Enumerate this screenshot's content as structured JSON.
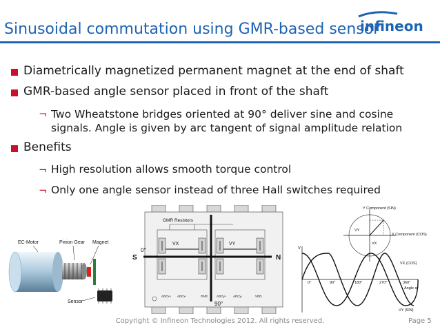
{
  "slide": {
    "title": "Sinusoidal commutation using GMR-based sensor",
    "logo_text": "infineon",
    "bullets": [
      "Diametrically magnetized permanent magnet at the end of shaft",
      "GMR-based angle sensor placed in front of the shaft",
      "Benefits"
    ],
    "sub_bullets": {
      "gmr_line1": "Two Wheatstone bridges oriented at 90° deliver sine and cosine",
      "gmr_line2": "signals. Angle is given by arc tangent of signal amplitude relation",
      "benefit1": "High resolution allows smooth torque control",
      "benefit2": "Only one angle sensor instead of three Hall switches required"
    },
    "sub_marker": "¬",
    "footer": "Copyright © Infineon Technologies 2012. All rights reserved.",
    "page": "Page 5"
  },
  "motor_diagram": {
    "ec_motor": "EC-Motor",
    "pinion_gear": "Pinion Gear",
    "magnet": "Magnet",
    "sensor": "Sensor"
  },
  "gmr_diagram": {
    "title": "GMR Resistors",
    "vx": "VX",
    "vy": "VY",
    "angle0": "0°",
    "angle90": "90°",
    "south": "S",
    "north": "N",
    "pins": [
      "ADCx+",
      "ADCx-",
      "GND",
      "ADCy+",
      "ADCy-",
      "VDD"
    ]
  },
  "signal_diagram": {
    "y_component": "Y Component (SIN)",
    "x_component": "X Component (COS)",
    "vy_vec": "VY",
    "vx_vec": "VX",
    "v_axis": "V",
    "vx_cos": "VX (COS)",
    "vy_sin": "VY (SIN)",
    "angle_axis": "Angle α",
    "ticks": [
      "0°",
      "90°",
      "180°",
      "270°",
      "360°"
    ]
  },
  "colors": {
    "brand": "#1d63b3",
    "bullet": "#c8102e"
  }
}
